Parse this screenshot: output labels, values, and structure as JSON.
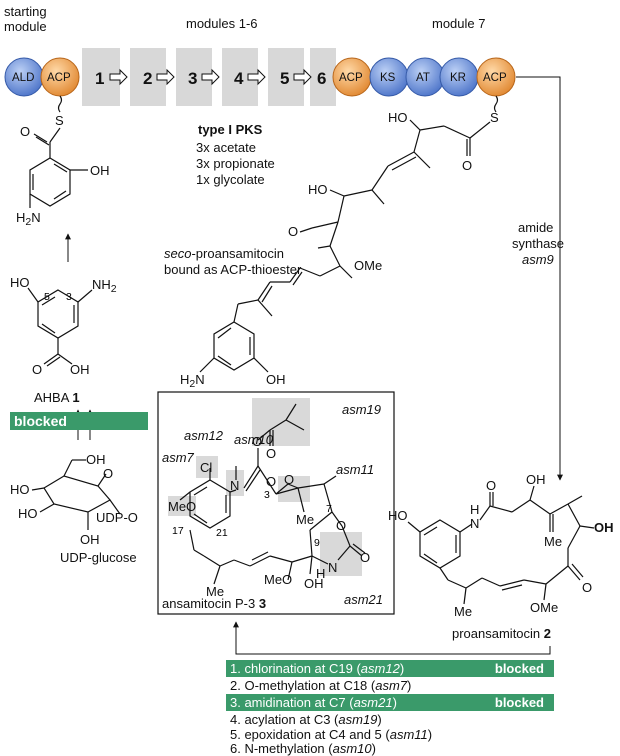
{
  "header": {
    "starting_module": [
      "starting",
      "module"
    ],
    "modules_1_6": "modules 1-6",
    "module_7": "module 7"
  },
  "domains": {
    "ald": "ALD",
    "acp": "ACP",
    "ks": "KS",
    "at": "AT",
    "kr": "KR"
  },
  "modules": [
    "1",
    "2",
    "3",
    "4",
    "5",
    "6"
  ],
  "pks": {
    "title": "type I PKS",
    "lines": [
      "3x acetate",
      "3x propionate",
      "1x glycolate"
    ]
  },
  "atoms": {
    "S": "S",
    "O": "O",
    "OH": "OH",
    "HO": "HO",
    "NH2": "NH",
    "H2N": "H",
    "H": "H",
    "N": "N",
    "OMe": "OMe",
    "MeO": "MeO",
    "Me": "Me",
    "Cl": "Cl",
    "sub2": "2"
  },
  "seco_label": {
    "line1_italic": "seco",
    "line1_rest": "-proansamitocin",
    "line2": "bound as ACP-thioester"
  },
  "ahba": {
    "name": "AHBA",
    "number": "1",
    "pos5": "5",
    "pos3": "3"
  },
  "blocked": "blocked",
  "udp": {
    "udp_o": "UDP-O",
    "name": "UDP-glucose"
  },
  "amide": {
    "line1": "amide",
    "line2": "synthase",
    "gene": "asm9"
  },
  "ansamitocin": {
    "name": "ansamitocin P-3",
    "number": "3",
    "genes": [
      "asm19",
      "asm12",
      "asm10",
      "asm7",
      "asm11",
      "asm21"
    ],
    "positions": [
      "3",
      "7",
      "9",
      "17",
      "21"
    ]
  },
  "proansamitocin": {
    "name": "proansamitocin",
    "number": "2"
  },
  "steps": [
    {
      "pre": "1. chlorination at C19 (",
      "gene": "asm12",
      "post": ")",
      "blocked": "blocked"
    },
    {
      "pre": "2. O-methylation at C18 (",
      "gene": "asm7",
      "post": ")"
    },
    {
      "pre": "3. amidination at C7 (",
      "gene": "asm21",
      "post": ")",
      "blocked": "blocked"
    },
    {
      "pre": "4. acylation at C3 (",
      "gene": "asm19",
      "post": ")"
    },
    {
      "pre": "5. epoxidation at C4 and 5 (",
      "gene": "asm11",
      "post": ")"
    },
    {
      "pre": "6. N-methylation (",
      "gene": "asm10",
      "post": ")"
    }
  ],
  "colors": {
    "blue_domain": "#6b8fd6",
    "orange_domain": "#f0a050",
    "module_box": "#d8d8d8",
    "green_bar": "#3a9a6a",
    "highlight": "#d9d9d9"
  }
}
